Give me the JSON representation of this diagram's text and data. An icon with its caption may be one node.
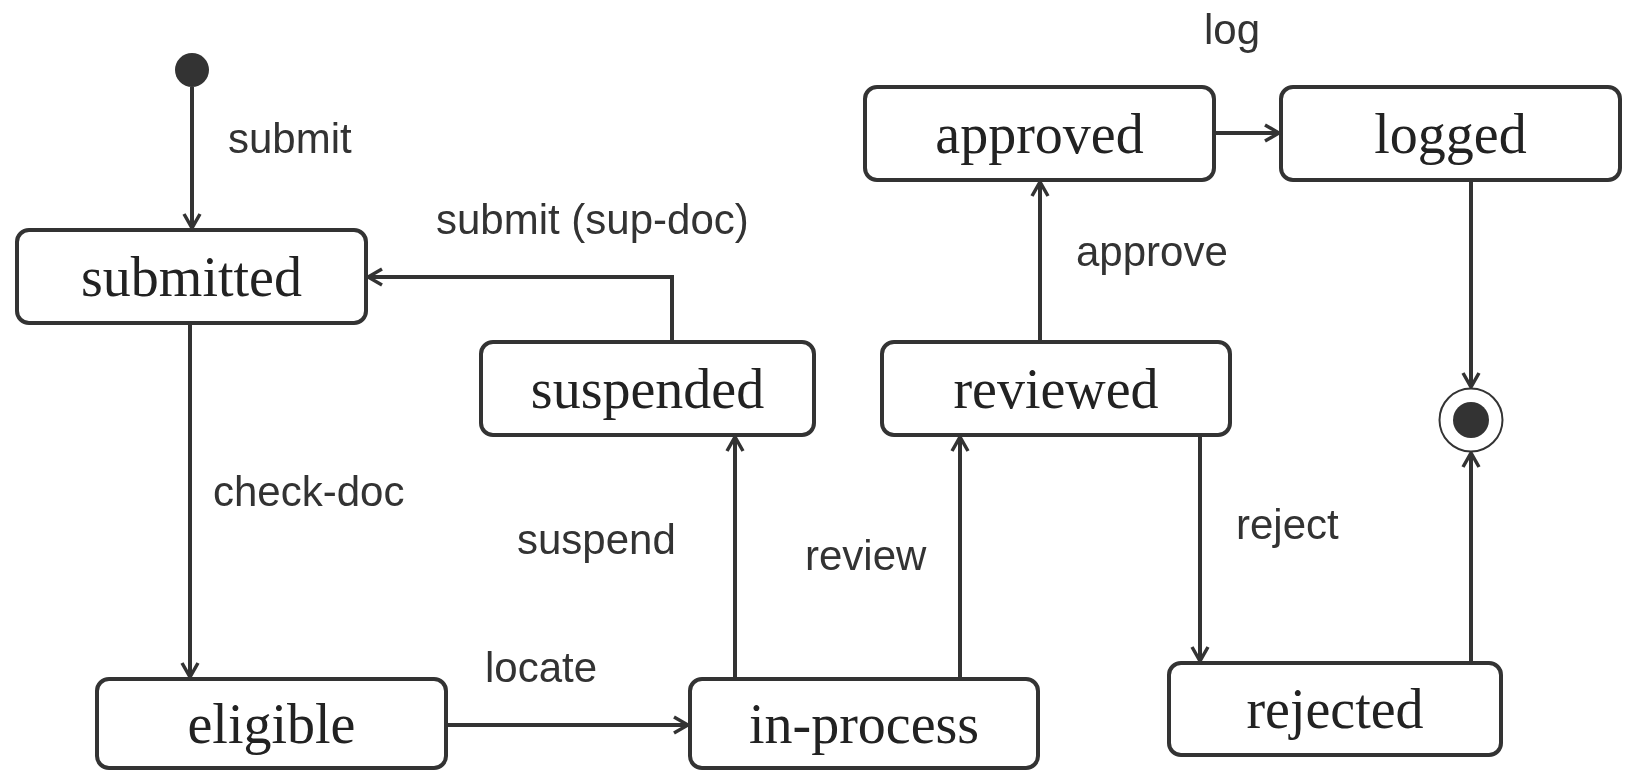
{
  "diagram": {
    "nodes": [
      {
        "text": [],
        "shape": "circle"
      },
      {
        "text": [
          "submitted"
        ]
      },
      {
        "text": [
          "suspended"
        ]
      },
      {
        "text": [
          "approved"
        ]
      },
      {
        "text": [
          "logged"
        ]
      },
      {
        "text": [
          "reviewed"
        ]
      },
      {
        "text": [],
        "shape": "circle"
      },
      {
        "text": [
          "eligible"
        ]
      },
      {
        "text": [
          "in-process"
        ]
      },
      {
        "text": [
          "rejected"
        ]
      }
    ],
    "edges": [
      {
        "from": 0,
        "to": 1,
        "arrow": "to",
        "label": "submit"
      },
      {
        "from": 1,
        "to": 7,
        "arrow": "to",
        "label": "check-doc"
      },
      {
        "from": 7,
        "to": 8,
        "arrow": "to",
        "label": "locate"
      },
      {
        "from": 8,
        "to": 2,
        "arrow": "to",
        "label": "suspend"
      },
      {
        "from": 2,
        "to": 1,
        "arrow": "to",
        "label": "submit (sup-doc)"
      },
      {
        "from": 8,
        "to": 5,
        "arrow": "to",
        "label": "review"
      },
      {
        "from": 5,
        "to": 3,
        "arrow": "to",
        "label": "approve"
      },
      {
        "from": 3,
        "to": 4,
        "arrow": "to",
        "label": "log"
      },
      {
        "from": 4,
        "to": 6,
        "arrow": "to"
      },
      {
        "from": 5,
        "to": 9,
        "arrow": "to",
        "label": "reject"
      },
      {
        "from": 9,
        "to": 6,
        "arrow": "to"
      }
    ]
  }
}
